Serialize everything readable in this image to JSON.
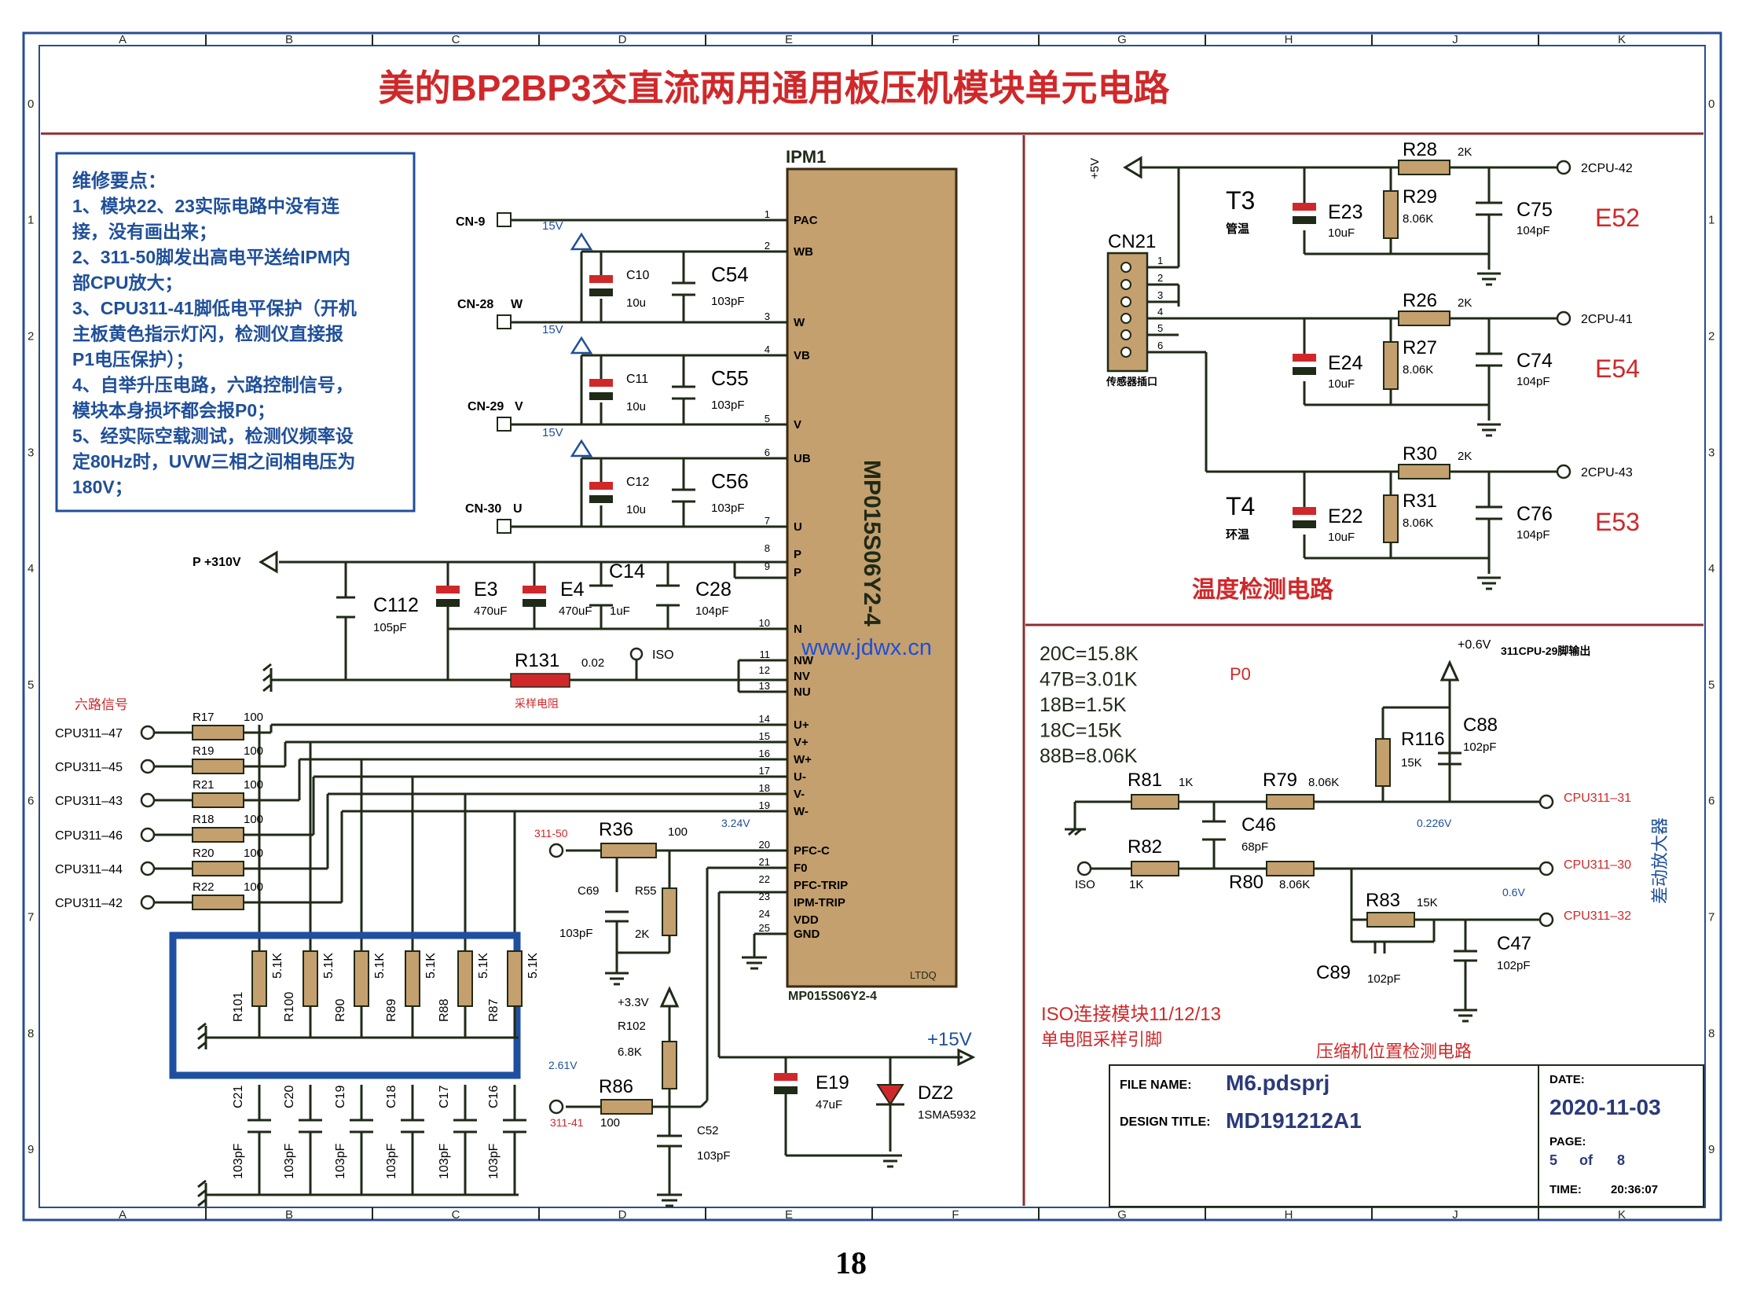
{
  "title": "美的BP2BP3交直流两用通用板压机模块单元电路",
  "page_number": "18",
  "watermark": "www.jdwx.cn",
  "border": {
    "cols": [
      "A",
      "B",
      "C",
      "D",
      "E",
      "F",
      "G",
      "H",
      "J",
      "K"
    ],
    "rows": [
      "0",
      "1",
      "2",
      "3",
      "4",
      "5",
      "6",
      "7",
      "8",
      "9"
    ]
  },
  "notes": {
    "heading": "维修要点：",
    "lines": [
      "1、模块22、23实际电路中没有连",
      "接，没有画出来；",
      "2、311-50脚发出高电平送给IPM内",
      "部CPU放大；",
      "3、CPU311-41脚低电平保护（开机",
      "主板黄色指示灯闪，检测仪直接报",
      "P1电压保护）；",
      "4、自举升压电路，六路控制信号，",
      "模块本身损坏都会报P0；",
      "5、经实际空载测试，检测仪频率设",
      "定80Hz时，UVW三相之间相电压为",
      "180V；"
    ]
  },
  "ipm": {
    "ref": "IPM1",
    "part": "MP015S06Y2-4",
    "bottom_part": "MP015S06Y2-4",
    "mark": "LTDQ",
    "pins": [
      {
        "num": "1",
        "name": "PAC"
      },
      {
        "num": "2",
        "name": "WB"
      },
      {
        "num": "3",
        "name": "W"
      },
      {
        "num": "4",
        "name": "VB"
      },
      {
        "num": "5",
        "name": "V"
      },
      {
        "num": "6",
        "name": "UB"
      },
      {
        "num": "7",
        "name": "U"
      },
      {
        "num": "8",
        "name": "P"
      },
      {
        "num": "9",
        "name": "P"
      },
      {
        "num": "10",
        "name": "N"
      },
      {
        "num": "11",
        "name": "NW"
      },
      {
        "num": "12",
        "name": "NV"
      },
      {
        "num": "13",
        "name": "NU"
      },
      {
        "num": "14",
        "name": "U+"
      },
      {
        "num": "15",
        "name": "V+"
      },
      {
        "num": "16",
        "name": "W+"
      },
      {
        "num": "17",
        "name": "U-"
      },
      {
        "num": "18",
        "name": "V-"
      },
      {
        "num": "19",
        "name": "W-"
      },
      {
        "num": "20",
        "name": "PFC-C"
      },
      {
        "num": "21",
        "name": "F0"
      },
      {
        "num": "22",
        "name": "PFC-TRIP"
      },
      {
        "num": "23",
        "name": "IPM-TRIP"
      },
      {
        "num": "24",
        "name": "VDD"
      },
      {
        "num": "25",
        "name": "GND"
      }
    ]
  },
  "connectors": {
    "cn9": "CN-9",
    "cn28": "CN-28",
    "cn28_w": "W",
    "cn29": "CN-29",
    "cn29_v": "V",
    "cn30": "CN-30",
    "cn30_u": "U"
  },
  "bootstrap": [
    {
      "e": "C10",
      "e_val": "10u",
      "c": "C54",
      "c_val": "103pF",
      "rail": "15V"
    },
    {
      "e": "C11",
      "e_val": "10u",
      "c": "C55",
      "c_val": "103pF",
      "rail": "15V"
    },
    {
      "e": "C12",
      "e_val": "10u",
      "c": "C56",
      "c_val": "103pF",
      "rail": "15V"
    }
  ],
  "dc_bus": {
    "rail": "P +310V",
    "c112": "C112",
    "c112_val": "105pF",
    "e3": "E3",
    "e3_val": "470uF",
    "e4": "E4",
    "e4_val": "470uF",
    "c14": "C14",
    "c14_val": "1uF",
    "c28": "C28",
    "c28_val": "104pF",
    "r131": "R131",
    "r131_val": "0.02",
    "r131_note": "采样电阻",
    "iso": "ISO"
  },
  "six_signals": {
    "heading": "六路信号",
    "rows": [
      {
        "net": "CPU311–47",
        "ref": "R17",
        "val": "100"
      },
      {
        "net": "CPU311–45",
        "ref": "R19",
        "val": "100"
      },
      {
        "net": "CPU311–43",
        "ref": "R21",
        "val": "100"
      },
      {
        "net": "CPU311–46",
        "ref": "R18",
        "val": "100"
      },
      {
        "net": "CPU311–44",
        "ref": "R20",
        "val": "100"
      },
      {
        "net": "CPU311–42",
        "ref": "R22",
        "val": "100"
      }
    ],
    "pulldowns": [
      {
        "ref": "R101",
        "val": "5.1K"
      },
      {
        "ref": "R100",
        "val": "5.1K"
      },
      {
        "ref": "R90",
        "val": "5.1K"
      },
      {
        "ref": "R89",
        "val": "5.1K"
      },
      {
        "ref": "R88",
        "val": "5.1K"
      },
      {
        "ref": "R87",
        "val": "5.1K"
      }
    ],
    "caps": [
      {
        "ref": "C21",
        "val": "103pF"
      },
      {
        "ref": "C20",
        "val": "103pF"
      },
      {
        "ref": "C19",
        "val": "103pF"
      },
      {
        "ref": "C18",
        "val": "103pF"
      },
      {
        "ref": "C17",
        "val": "103pF"
      },
      {
        "ref": "C16",
        "val": "103pF"
      }
    ]
  },
  "pfc": {
    "net50": "311-50",
    "r36": "R36",
    "r36_val": "100",
    "v324": "3.24V",
    "c69": "C69",
    "c69_val": "103pF",
    "r55": "R55",
    "r55_val": "2K",
    "v33": "+3.3V",
    "r102": "R102",
    "r102_val": "6.8K",
    "v261": "2.61V",
    "r86": "R86",
    "r86_val": "100",
    "net41": "311-41",
    "c52": "C52",
    "c52_val": "103pF",
    "e19": "E19",
    "e19_val": "47uF",
    "dz2": "DZ2",
    "dz2_val": "1SMA5932",
    "v15": "+15V"
  },
  "temp": {
    "title": "温度检测电路",
    "v5": "+5V",
    "cn21": "CN21",
    "cn21_label": "传感器插口",
    "cn21_pins": [
      "1",
      "2",
      "3",
      "4",
      "5",
      "6"
    ],
    "t3": "T3",
    "t3_name": "管温",
    "t4": "T4",
    "t4_name": "环温",
    "channels": [
      {
        "e": "E23",
        "e_val": "10uF",
        "rtop": "R28",
        "rtop_val": "2K",
        "rbot": "R29",
        "rbot_val": "8.06K",
        "c": "C75",
        "c_val": "104pF",
        "net": "2CPU-42",
        "err": "E52"
      },
      {
        "e": "E24",
        "e_val": "10uF",
        "rtop": "R26",
        "rtop_val": "2K",
        "rbot": "R27",
        "rbot_val": "8.06K",
        "c": "C74",
        "c_val": "104pF",
        "net": "2CPU-41",
        "err": "E54"
      },
      {
        "e": "E22",
        "e_val": "10uF",
        "rtop": "R30",
        "rtop_val": "2K",
        "rbot": "R31",
        "rbot_val": "8.06K",
        "c": "C76",
        "c_val": "104pF",
        "net": "2CPU-43",
        "err": "E53"
      }
    ]
  },
  "position": {
    "title": "压缩机位置检测电路",
    "codes": [
      "20C=15.8K",
      "47B=3.01K",
      "18B=1.5K",
      "18C=15K",
      "88B=8.06K"
    ],
    "p0": "P0",
    "v06": "+0.6V",
    "out_note": "311CPU-29脚输出",
    "r81": "R81",
    "r81_val": "1K",
    "r79": "R79",
    "r79_val": "8.06K",
    "r116": "R116",
    "r116_val": "15K",
    "c88": "C88",
    "c88_val": "102pF",
    "v0226": "0.226V",
    "net31": "CPU311–31",
    "c46": "C46",
    "c46_val": "68pF",
    "r82": "R82",
    "r82_val": "1K",
    "r80": "R80",
    "r80_val": "8.06K",
    "iso": "ISO",
    "net30": "CPU311–30",
    "r83": "R83",
    "r83_val": "15K",
    "v06b": "0.6V",
    "net32": "CPU311–32",
    "c47": "C47",
    "c47_val": "102pF",
    "c89": "C89",
    "c89_val": "102pF",
    "amp": "差动放大器",
    "iso_note1": "ISO连接模块11/12/13",
    "iso_note2": "单电阻采样引脚"
  },
  "titleblock": {
    "file_label": "FILE NAME:",
    "file": "M6.pdsprj",
    "design_label": "DESIGN TITLE:",
    "design": "MD191212A1",
    "date_label": "DATE:",
    "date": "2020-11-03",
    "page_label": "PAGE:",
    "page": "5",
    "of": "of",
    "pages": "8",
    "time_label": "TIME:",
    "time": "20:36:07"
  },
  "colors": {
    "wire": "#1f2a17",
    "red": "#d0282a",
    "blue": "#1f4f9a",
    "ipm": "#c4a06e",
    "border": "#2a4d8f",
    "title_bg": "#ffffff"
  }
}
